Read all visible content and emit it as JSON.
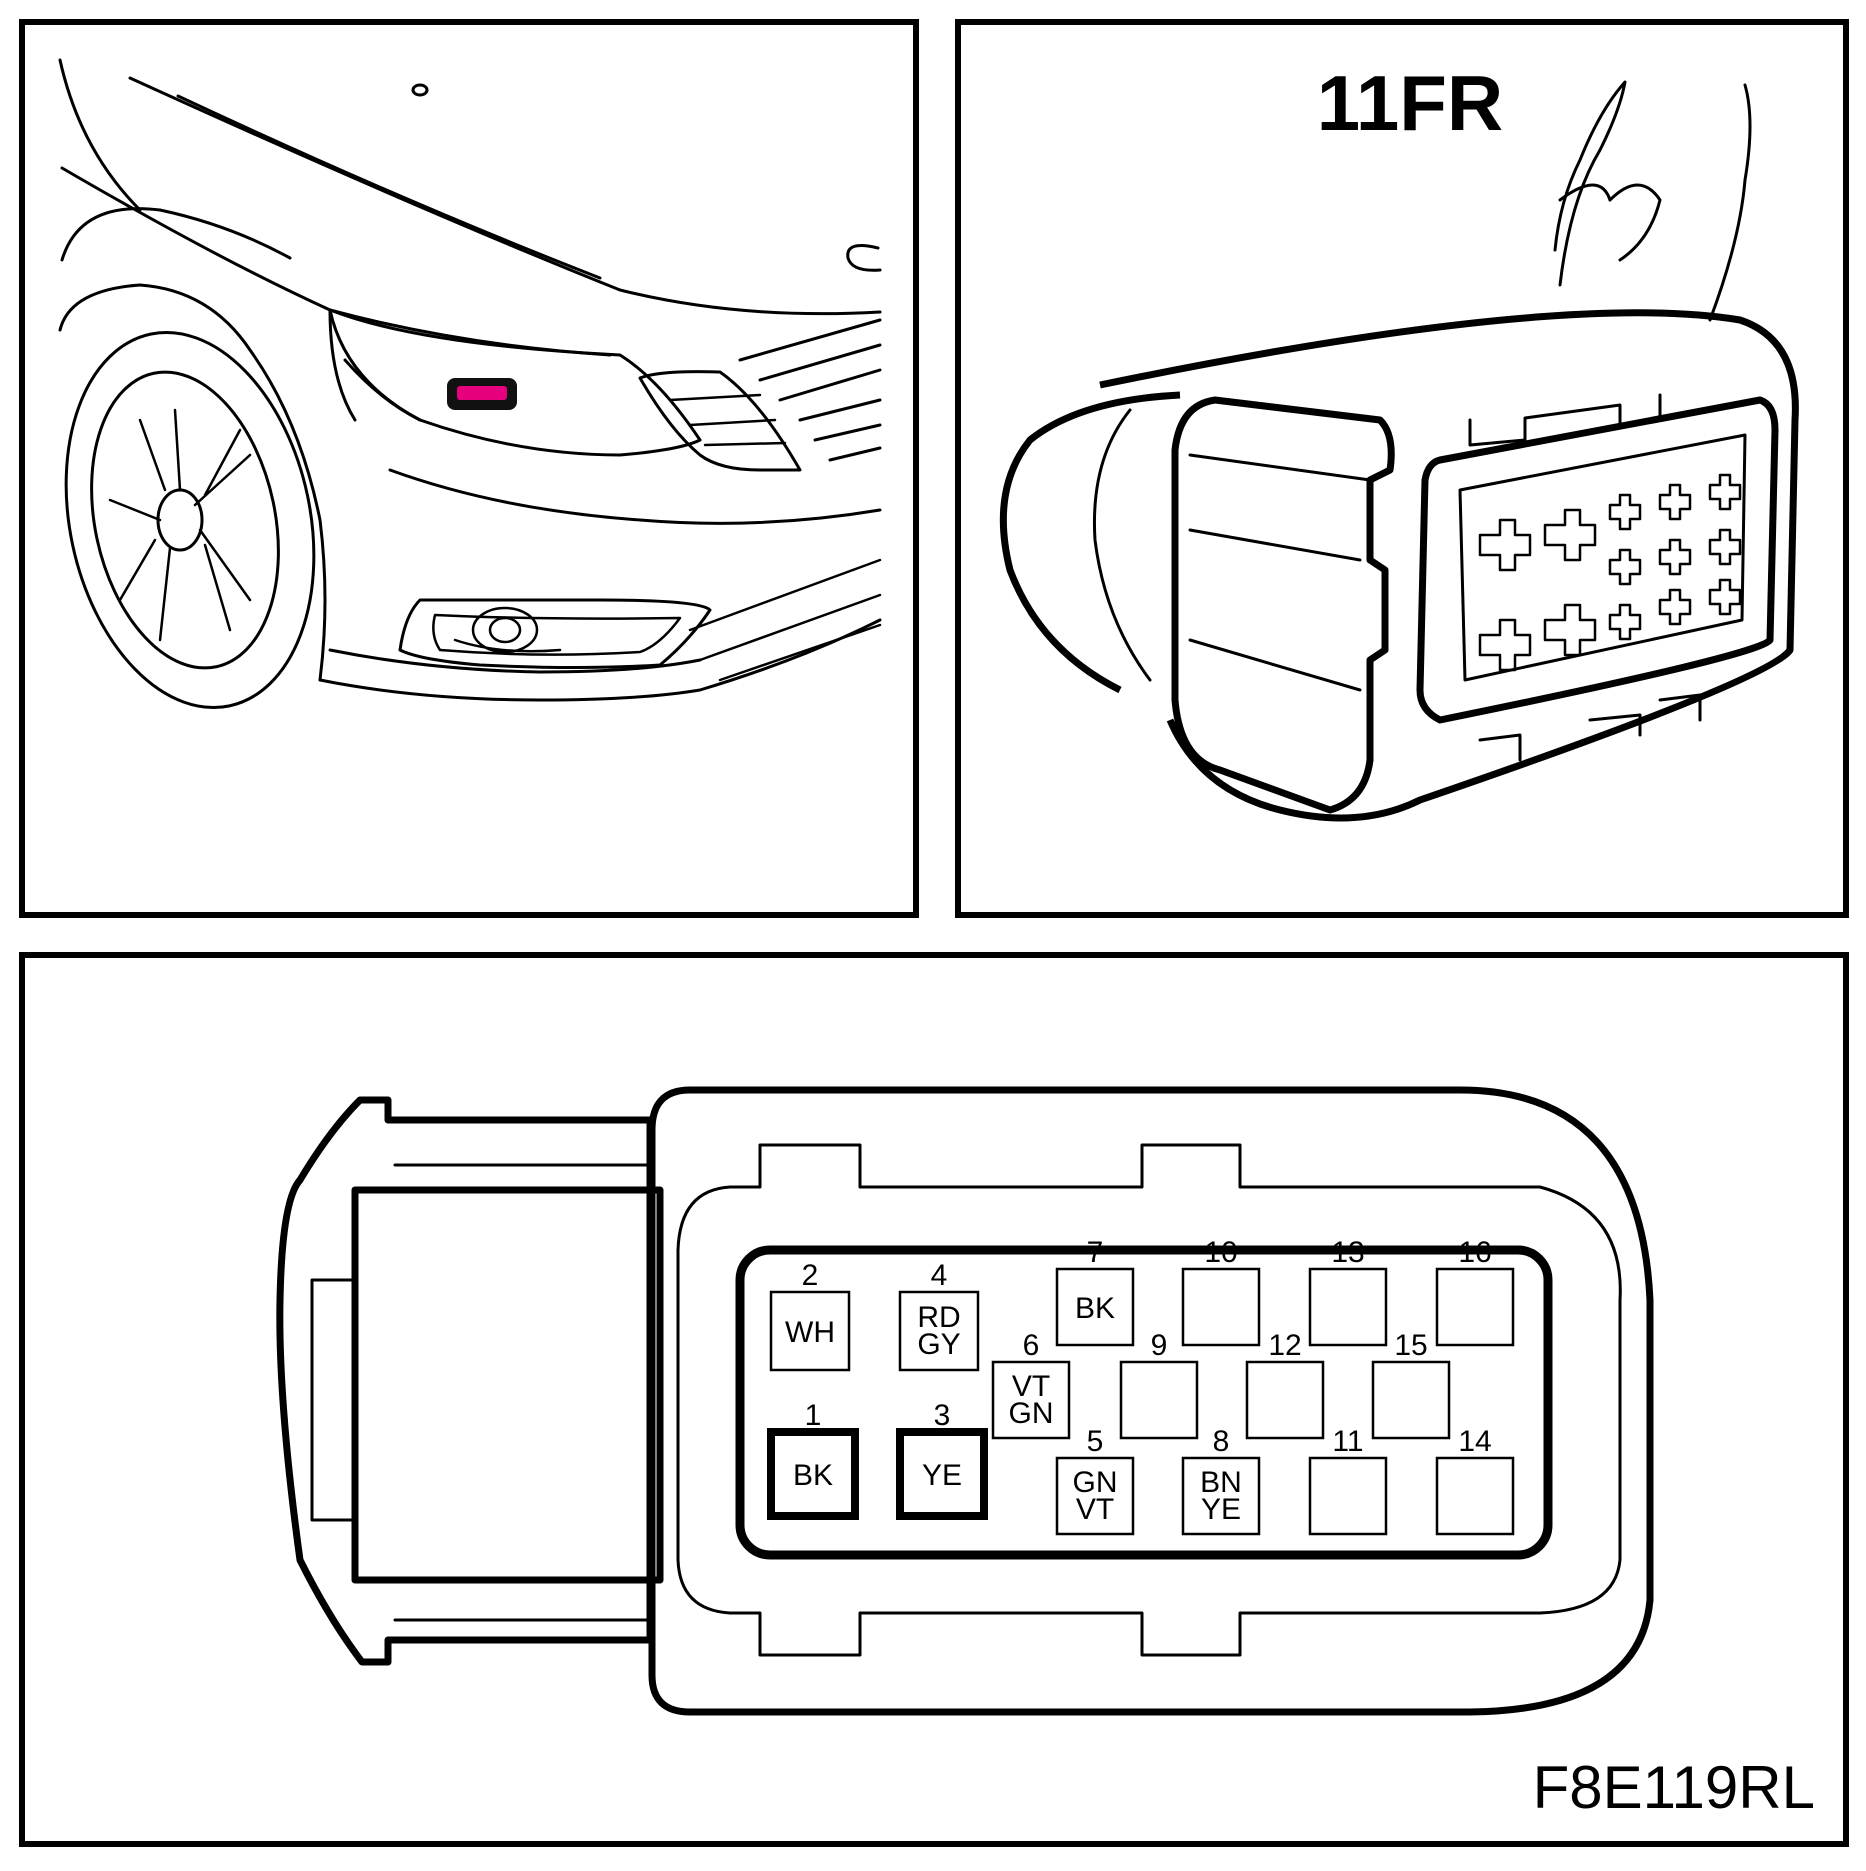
{
  "connector_label": "11FR",
  "figure_code": "F8E119RL",
  "colors": {
    "highlight": "#e6007e",
    "line": "#000000",
    "background": "#ffffff"
  },
  "pins": [
    {
      "num": "1",
      "wire": [
        "BK"
      ]
    },
    {
      "num": "2",
      "wire": [
        "WH"
      ]
    },
    {
      "num": "3",
      "wire": [
        "YE"
      ]
    },
    {
      "num": "4",
      "wire": [
        "RD",
        "GY"
      ]
    },
    {
      "num": "5",
      "wire": [
        "GN",
        "VT"
      ]
    },
    {
      "num": "6",
      "wire": [
        "VT",
        "GN"
      ]
    },
    {
      "num": "7",
      "wire": [
        "BK"
      ]
    },
    {
      "num": "8",
      "wire": [
        "BN",
        "YE"
      ]
    },
    {
      "num": "9",
      "wire": []
    },
    {
      "num": "10",
      "wire": []
    },
    {
      "num": "11",
      "wire": []
    },
    {
      "num": "12",
      "wire": []
    },
    {
      "num": "13",
      "wire": []
    },
    {
      "num": "14",
      "wire": []
    },
    {
      "num": "15",
      "wire": []
    },
    {
      "num": "16",
      "wire": []
    }
  ]
}
